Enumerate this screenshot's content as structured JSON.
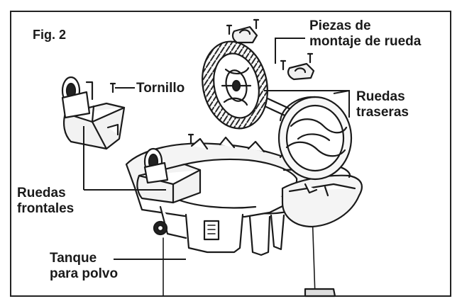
{
  "figure": {
    "title": "Fig. 2",
    "labels": {
      "mount_line1": "Piezas de",
      "mount_line2": "montaje de rueda",
      "screw": "Tornillo",
      "rear_line1": "Ruedas",
      "rear_line2": "traseras",
      "front_line1": "Ruedas",
      "front_line2": "frontales",
      "tank_line1": "Tanque",
      "tank_line2": "para polvo"
    }
  }
}
